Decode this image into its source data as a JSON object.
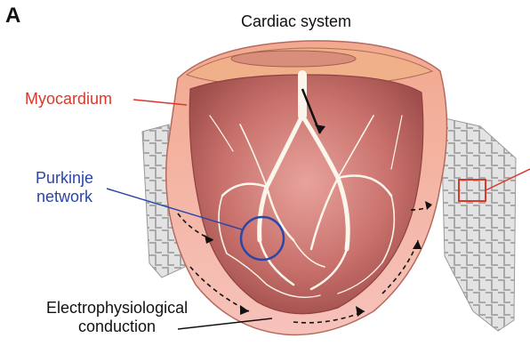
{
  "figure": {
    "panel_letter": "A",
    "title": "Cardiac system"
  },
  "labels": {
    "myocardium": {
      "text": "Myocardium",
      "color": "#d8392b"
    },
    "purkinje": {
      "lines": [
        "Purkinje",
        "network"
      ],
      "color": "#2a46a8"
    },
    "conduction": {
      "lines": [
        "Electrophysiological",
        "conduction"
      ],
      "color": "#111111"
    }
  },
  "colors": {
    "tissue_outer": "#f4b7ae",
    "tissue_inner": "#c97872",
    "cavity": "#b7605c",
    "purkinje_fibers": "#fbf6ec",
    "mesh": "#dcdcdc",
    "callout_red": "#d8392b",
    "callout_blue": "#2a46a8"
  }
}
